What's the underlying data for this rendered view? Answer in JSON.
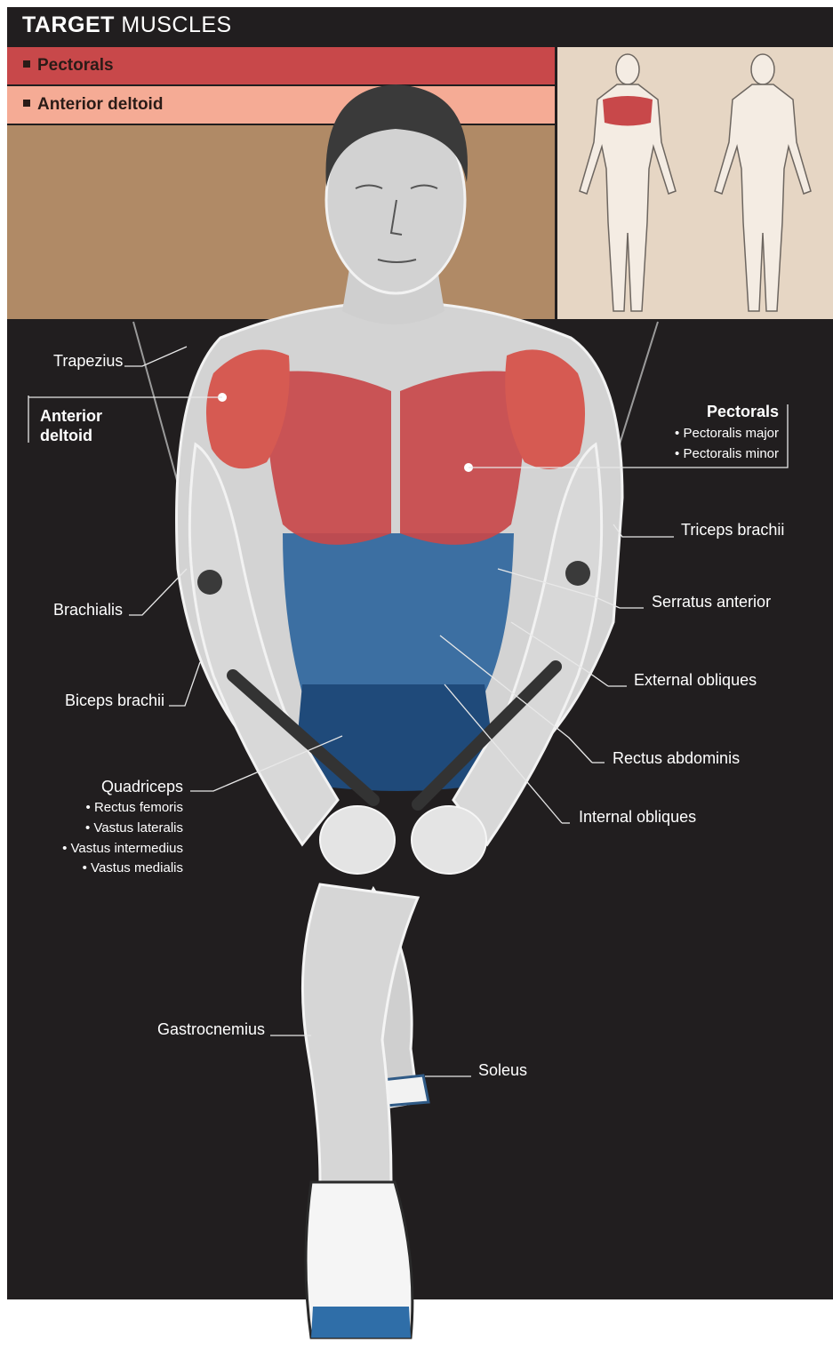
{
  "header": {
    "title_bold": "TARGET",
    "title_rest": "MUSCLES"
  },
  "legend": [
    {
      "label": "Pectorals",
      "color": "#c8484a"
    },
    {
      "label": "Anterior deltoid",
      "color": "#f5ab95"
    }
  ],
  "labels": {
    "trapezius": "Trapezius",
    "anterior_deltoid_line1": "Anterior",
    "anterior_deltoid_line2": "deltoid",
    "pectorals": "Pectorals",
    "pectoralis_major": "• Pectoralis major",
    "pectoralis_minor": "• Pectoralis minor",
    "triceps_brachii": "Triceps brachii",
    "brachialis": "Brachialis",
    "serratus_anterior": "Serratus anterior",
    "biceps_brachii": "Biceps brachii",
    "external_obliques": "External obliques",
    "rectus_abdominis": "Rectus abdominis",
    "quadriceps": "Quadriceps",
    "rectus_femoris": "• Rectus femoris",
    "vastus_lateralis": "• Vastus lateralis",
    "vastus_intermedius": "• Vastus intermedius",
    "vastus_medialis": "• Vastus medialis",
    "internal_obliques": "Internal obliques",
    "gastrocnemius": "Gastrocnemius",
    "soleus": "Soleus"
  },
  "colors": {
    "background": "#211e1f",
    "primary_muscle": "#c8484a",
    "secondary_muscle": "#f5ab95",
    "tan_panel": "#b08a66",
    "map_panel": "#e6d6c4",
    "shorts": "#2f5a86",
    "skin_gray": "#d9d9d9"
  }
}
